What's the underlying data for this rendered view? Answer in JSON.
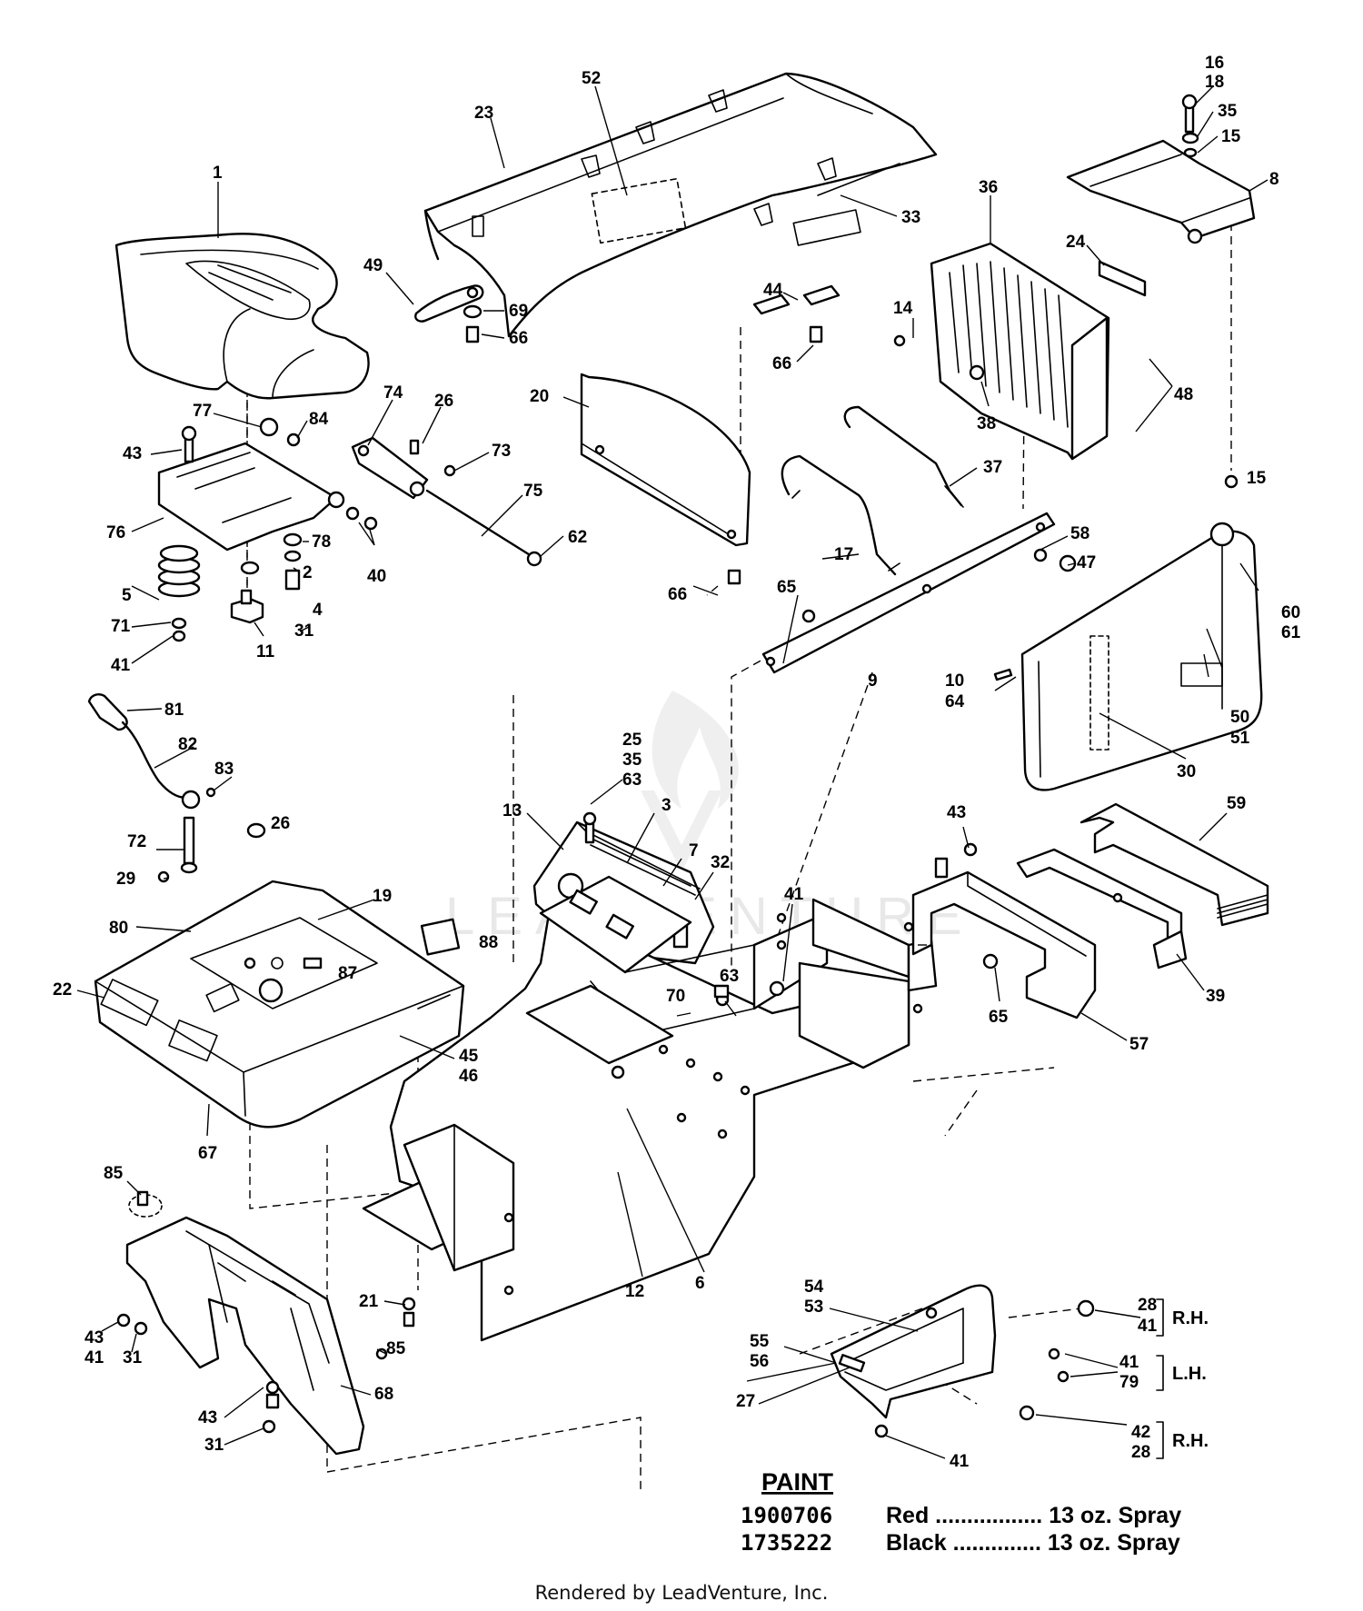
{
  "watermark": {
    "text": "LEADVENTURE"
  },
  "callouts": [
    {
      "id": "c1",
      "label": "1"
    },
    {
      "id": "c23",
      "label": "23"
    },
    {
      "id": "c52",
      "label": "52"
    },
    {
      "id": "c33",
      "label": "33"
    },
    {
      "id": "c49",
      "label": "49"
    },
    {
      "id": "c69",
      "label": "69"
    },
    {
      "id": "c66a",
      "label": "66"
    },
    {
      "id": "c44",
      "label": "44"
    },
    {
      "id": "c66b",
      "label": "66"
    },
    {
      "id": "c36",
      "label": "36"
    },
    {
      "id": "c16",
      "label": "16"
    },
    {
      "id": "c18",
      "label": "18"
    },
    {
      "id": "c35a",
      "label": "35"
    },
    {
      "id": "c15a",
      "label": "15"
    },
    {
      "id": "c8",
      "label": "8"
    },
    {
      "id": "c24",
      "label": "24"
    },
    {
      "id": "c14",
      "label": "14"
    },
    {
      "id": "c38",
      "label": "38"
    },
    {
      "id": "c48",
      "label": "48"
    },
    {
      "id": "c77",
      "label": "77"
    },
    {
      "id": "c84",
      "label": "84"
    },
    {
      "id": "c43a",
      "label": "43"
    },
    {
      "id": "c74",
      "label": "74"
    },
    {
      "id": "c26a",
      "label": "26"
    },
    {
      "id": "c73",
      "label": "73"
    },
    {
      "id": "c20",
      "label": "20"
    },
    {
      "id": "c37",
      "label": "37"
    },
    {
      "id": "c75",
      "label": "75"
    },
    {
      "id": "c76",
      "label": "76"
    },
    {
      "id": "c78",
      "label": "78"
    },
    {
      "id": "c2",
      "label": "2"
    },
    {
      "id": "c40",
      "label": "40"
    },
    {
      "id": "c62",
      "label": "62"
    },
    {
      "id": "c17",
      "label": "17"
    },
    {
      "id": "c58",
      "label": "58"
    },
    {
      "id": "c47",
      "label": "47"
    },
    {
      "id": "c15b",
      "label": "15"
    },
    {
      "id": "c5",
      "label": "5"
    },
    {
      "id": "c4",
      "label": "4"
    },
    {
      "id": "c71",
      "label": "71"
    },
    {
      "id": "c31a",
      "label": "31"
    },
    {
      "id": "c41a",
      "label": "41"
    },
    {
      "id": "c11",
      "label": "11"
    },
    {
      "id": "c66c",
      "label": "66"
    },
    {
      "id": "c65a",
      "label": "65"
    },
    {
      "id": "c9",
      "label": "9"
    },
    {
      "id": "c60",
      "label": "60"
    },
    {
      "id": "c61",
      "label": "61"
    },
    {
      "id": "c10",
      "label": "10"
    },
    {
      "id": "c64",
      "label": "64"
    },
    {
      "id": "c50",
      "label": "50"
    },
    {
      "id": "c51",
      "label": "51"
    },
    {
      "id": "c30",
      "label": "30"
    },
    {
      "id": "c81",
      "label": "81"
    },
    {
      "id": "c82",
      "label": "82"
    },
    {
      "id": "c83",
      "label": "83"
    },
    {
      "id": "c25",
      "label": "25"
    },
    {
      "id": "c35b",
      "label": "35"
    },
    {
      "id": "c63a",
      "label": "63"
    },
    {
      "id": "c13",
      "label": "13"
    },
    {
      "id": "c3",
      "label": "3"
    },
    {
      "id": "c7",
      "label": "7"
    },
    {
      "id": "c32",
      "label": "32"
    },
    {
      "id": "c72",
      "label": "72"
    },
    {
      "id": "c26b",
      "label": "26"
    },
    {
      "id": "c29",
      "label": "29"
    },
    {
      "id": "c19",
      "label": "19"
    },
    {
      "id": "c80",
      "label": "80"
    },
    {
      "id": "c43b",
      "label": "43"
    },
    {
      "id": "c59",
      "label": "59"
    },
    {
      "id": "c41b",
      "label": "41"
    },
    {
      "id": "c88",
      "label": "88"
    },
    {
      "id": "c87",
      "label": "87"
    },
    {
      "id": "c22",
      "label": "22"
    },
    {
      "id": "c63b",
      "label": "63"
    },
    {
      "id": "c70",
      "label": "70"
    },
    {
      "id": "c65b",
      "label": "65"
    },
    {
      "id": "c39",
      "label": "39"
    },
    {
      "id": "c57",
      "label": "57"
    },
    {
      "id": "c45",
      "label": "45"
    },
    {
      "id": "c46",
      "label": "46"
    },
    {
      "id": "c67",
      "label": "67"
    },
    {
      "id": "c85a",
      "label": "85"
    },
    {
      "id": "c12",
      "label": "12"
    },
    {
      "id": "c6",
      "label": "6"
    },
    {
      "id": "c21",
      "label": "21"
    },
    {
      "id": "c54",
      "label": "54"
    },
    {
      "id": "c53",
      "label": "53"
    },
    {
      "id": "c28a",
      "label": "28"
    },
    {
      "id": "c41c",
      "label": "41"
    },
    {
      "id": "c55",
      "label": "55"
    },
    {
      "id": "c56",
      "label": "56"
    },
    {
      "id": "c41d",
      "label": "41"
    },
    {
      "id": "c79",
      "label": "79"
    },
    {
      "id": "c27",
      "label": "27"
    },
    {
      "id": "c42",
      "label": "42"
    },
    {
      "id": "c28b",
      "label": "28"
    },
    {
      "id": "c41e",
      "label": "41"
    },
    {
      "id": "c43c",
      "label": "43"
    },
    {
      "id": "c41f",
      "label": "41"
    },
    {
      "id": "c31b",
      "label": "31"
    },
    {
      "id": "c85b",
      "label": "85"
    },
    {
      "id": "c68",
      "label": "68"
    },
    {
      "id": "c43d",
      "label": "43"
    },
    {
      "id": "c31c",
      "label": "31"
    }
  ],
  "side_notes": {
    "rh_upper": "R.H.",
    "lh": "L.H.",
    "rh_lower": "R.H."
  },
  "paint": {
    "title": "PAINT",
    "rows": [
      {
        "code": "1900706",
        "desc": "Red ................. 13 oz. Spray"
      },
      {
        "code": "1735222",
        "desc": "Black .............. 13 oz. Spray"
      }
    ]
  },
  "footer": {
    "credit": "Rendered by LeadVenture, Inc."
  }
}
